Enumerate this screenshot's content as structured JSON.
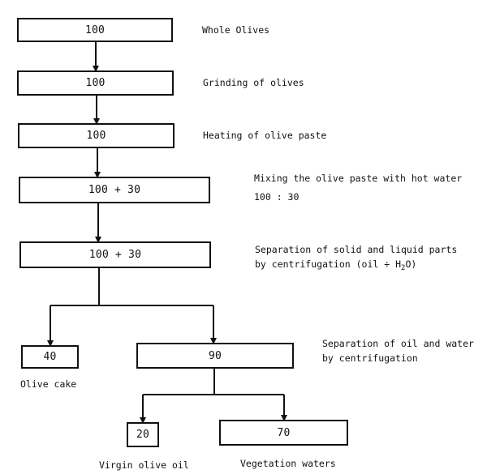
{
  "steps": [
    {
      "value": "100",
      "label": "Whole Olives"
    },
    {
      "value": "100",
      "label": "Grinding of olives"
    },
    {
      "value": "100",
      "label": "Heating of olive paste"
    },
    {
      "value": "100 + 30",
      "label": "Mixing the olive paste with hot water",
      "ratio": "100 : 30"
    },
    {
      "value": "100 + 30",
      "label_line1": "Separation of solid and liquid parts",
      "label_line2_prefix": "by centrifugation (oil ÷ H",
      "label_line2_sub": "2",
      "label_line2_suffix": "O)"
    }
  ],
  "outputs": {
    "cake": {
      "value": "40",
      "label": "Olive cake"
    },
    "mixture": {
      "value": "90",
      "label_line1": "Separation of oil and water",
      "label_line2": "by centrifugation"
    },
    "oil": {
      "value": "20",
      "label": "Virgin olive oil"
    },
    "water": {
      "value": "70",
      "label": "Vegetation waters"
    }
  }
}
